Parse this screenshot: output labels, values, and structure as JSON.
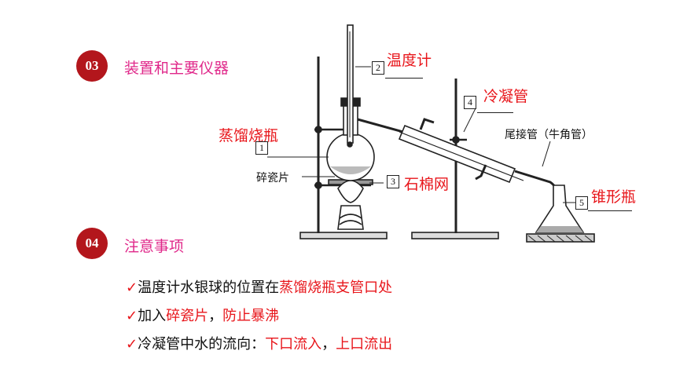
{
  "section3": {
    "number": "03",
    "title": "装置和主要仪器"
  },
  "section4": {
    "number": "04",
    "title": "注意事项"
  },
  "apparatus": {
    "labels": {
      "thermometer": "温度计",
      "condenser": "冷凝管",
      "distilling_flask": "蒸馏烧瓶",
      "asbestos_net": "石棉网",
      "conical_flask": "锥形瓶",
      "broken_porcelain": "碎瓷片",
      "adapter": "尾接管（牛角管）"
    },
    "markers": [
      "1",
      "2",
      "3",
      "4",
      "5"
    ]
  },
  "notes": [
    {
      "check": "✓",
      "p1": "温度计水银球的位置在",
      "r1": "蒸馏烧瓶支管口处"
    },
    {
      "check": "✓",
      "p1": "加入",
      "r1": "碎瓷片",
      "p2": "，",
      "r2": "防止暴沸"
    },
    {
      "check": "✓",
      "p1": "冷凝管中水的流向：",
      "r1": "下口流入",
      "p2": "，",
      "r2": "上口流出"
    }
  ],
  "colors": {
    "badge": "#b3161c",
    "heading": "#e0288a",
    "highlight": "#e8161b"
  }
}
